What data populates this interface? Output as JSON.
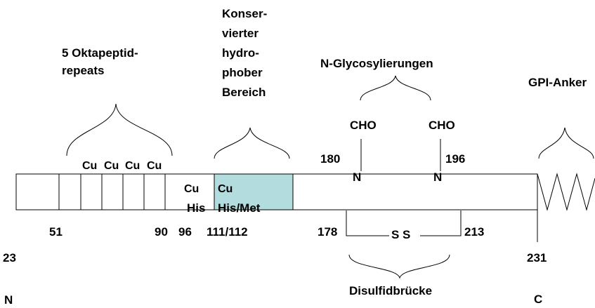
{
  "labels": {
    "oktapeptid": [
      "5 Oktapeptid-",
      "repeats"
    ],
    "konserviert": [
      "Konser-",
      "vierter",
      "hydro-",
      "phober",
      "Bereich"
    ],
    "glyco": "N-Glycosylierungen",
    "gpi": "GPI-Anker",
    "disulfid": "Disulfidbrücke",
    "cho": [
      "CHO",
      "CHO"
    ],
    "n_glyco": [
      "N",
      "N"
    ],
    "disulfide_ss": "S S",
    "terminus_n": "N",
    "terminus_c": "C"
  },
  "cu_repeats": [
    "Cu",
    "Cu",
    "Cu",
    "Cu"
  ],
  "cu_single": {
    "metal": "Cu",
    "residue": "His"
  },
  "cu_box": {
    "metal": "Cu",
    "residue": "His/Met"
  },
  "numbers": {
    "n23": "23",
    "n51": "51",
    "n90": "90",
    "n96": "96",
    "n111": "111/112",
    "n178": "178",
    "n180": "180",
    "n196": "196",
    "n213": "213",
    "n231": "231"
  },
  "colors": {
    "hydrophobic_box": "#b2dcdd",
    "line": "#000000"
  }
}
